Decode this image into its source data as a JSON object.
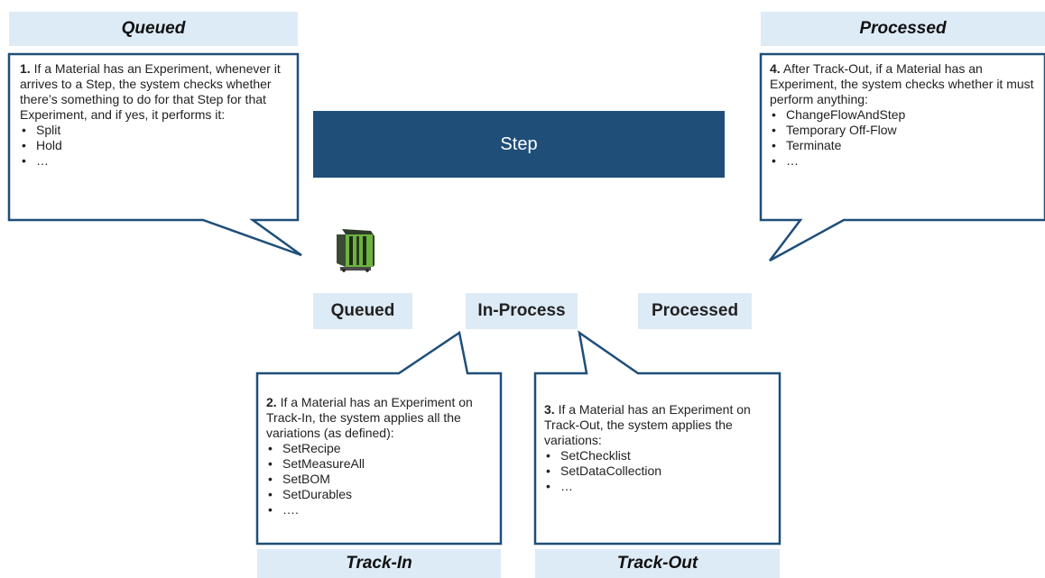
{
  "callouts": {
    "queued": {
      "header": "Queued",
      "number": "1.",
      "text": "If a Material has an Experiment, whenever it arrives to a Step, the system checks whether there’s something to do for that Step for that Experiment, and if yes, it performs it:",
      "items": [
        "Split",
        "Hold",
        "…"
      ]
    },
    "processed": {
      "header": "Processed",
      "number": "4.",
      "text": "After Track-Out, if a Material has an Experiment, the system checks whether it must perform anything:",
      "items": [
        "ChangeFlowAndStep",
        "Temporary Off-Flow",
        "Terminate",
        "…"
      ]
    },
    "track_in": {
      "footer": "Track-In",
      "number": "2.",
      "text": "If a Material has an Experiment on Track-In, the system applies all the variations (as defined):",
      "items": [
        "SetRecipe",
        "SetMeasureAll",
        "SetBOM",
        "SetDurables",
        "…."
      ]
    },
    "track_out": {
      "footer": "Track-Out",
      "number": "3.",
      "text": "If a Material has an Experiment on Track-Out, the system applies the variations:",
      "items": [
        "SetChecklist",
        "SetDataCollection",
        "…"
      ]
    }
  },
  "step": {
    "label": "Step"
  },
  "states": {
    "queued": "Queued",
    "in_process": "In-Process",
    "processed": "Processed"
  },
  "colors": {
    "step_fill": "#1f4e79",
    "label_fill": "#ddebf7",
    "callout_stroke": "#1f4e79"
  }
}
